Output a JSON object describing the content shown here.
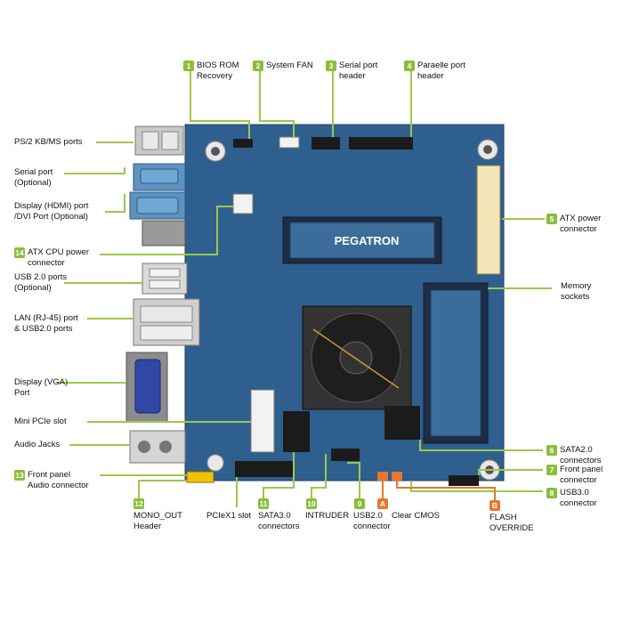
{
  "colors": {
    "callout_line": "#9cc84a",
    "badge_green": "#8cbd3a",
    "badge_orange": "#e8762e",
    "board_blue": "#2f5f8e"
  },
  "board": {
    "brand": "PEGATRON"
  },
  "top_callouts": [
    {
      "num": "1",
      "text": "BIOS ROM\nRecovery"
    },
    {
      "num": "2",
      "text": "System FAN"
    },
    {
      "num": "3",
      "text": "Serial port\nheader"
    },
    {
      "num": "4",
      "text": "Paraelle port\nheader"
    }
  ],
  "left_callouts": [
    {
      "num": "",
      "text": "PS/2 KB/MS ports"
    },
    {
      "num": "",
      "text": "Serial port\n(Optional)"
    },
    {
      "num": "",
      "text": "Display (HDMI) port\n/DVI Port (Optional)"
    },
    {
      "num": "14",
      "text": "ATX CPU power\nconnector"
    },
    {
      "num": "",
      "text": "USB 2.0 ports\n(Optional)"
    },
    {
      "num": "",
      "text": "LAN (RJ-45) port\n& USB2.0 ports"
    },
    {
      "num": "",
      "text": "Display (VGA)\nPort"
    },
    {
      "num": "",
      "text": "Mini PCIe slot"
    },
    {
      "num": "",
      "text": "Audio Jacks"
    },
    {
      "num": "13",
      "text": "Front panel\nAudio connector"
    }
  ],
  "right_callouts": [
    {
      "num": "5",
      "text": "ATX power\nconnector"
    },
    {
      "num": "",
      "text": "Memory\nsockets"
    },
    {
      "num": "6",
      "text": "SATA2.0\nconnectors"
    },
    {
      "num": "7",
      "text": "Front panel\nconnector"
    },
    {
      "num": "8",
      "text": "USB3.0\nconnector"
    }
  ],
  "bottom_callouts": [
    {
      "num": "12",
      "text": "MONO_OUT\nHeader"
    },
    {
      "num": "",
      "text": "PCIeX1 slot"
    },
    {
      "num": "11",
      "text": "SATA3.0\nconnectors"
    },
    {
      "num": "10",
      "text": "INTRUDER"
    },
    {
      "num": "9",
      "text": "USB2.0\nconnector"
    },
    {
      "num": "A",
      "text": "Clear CMOS"
    },
    {
      "num": "B",
      "text": "FLASH\nOVERRIDE"
    }
  ]
}
